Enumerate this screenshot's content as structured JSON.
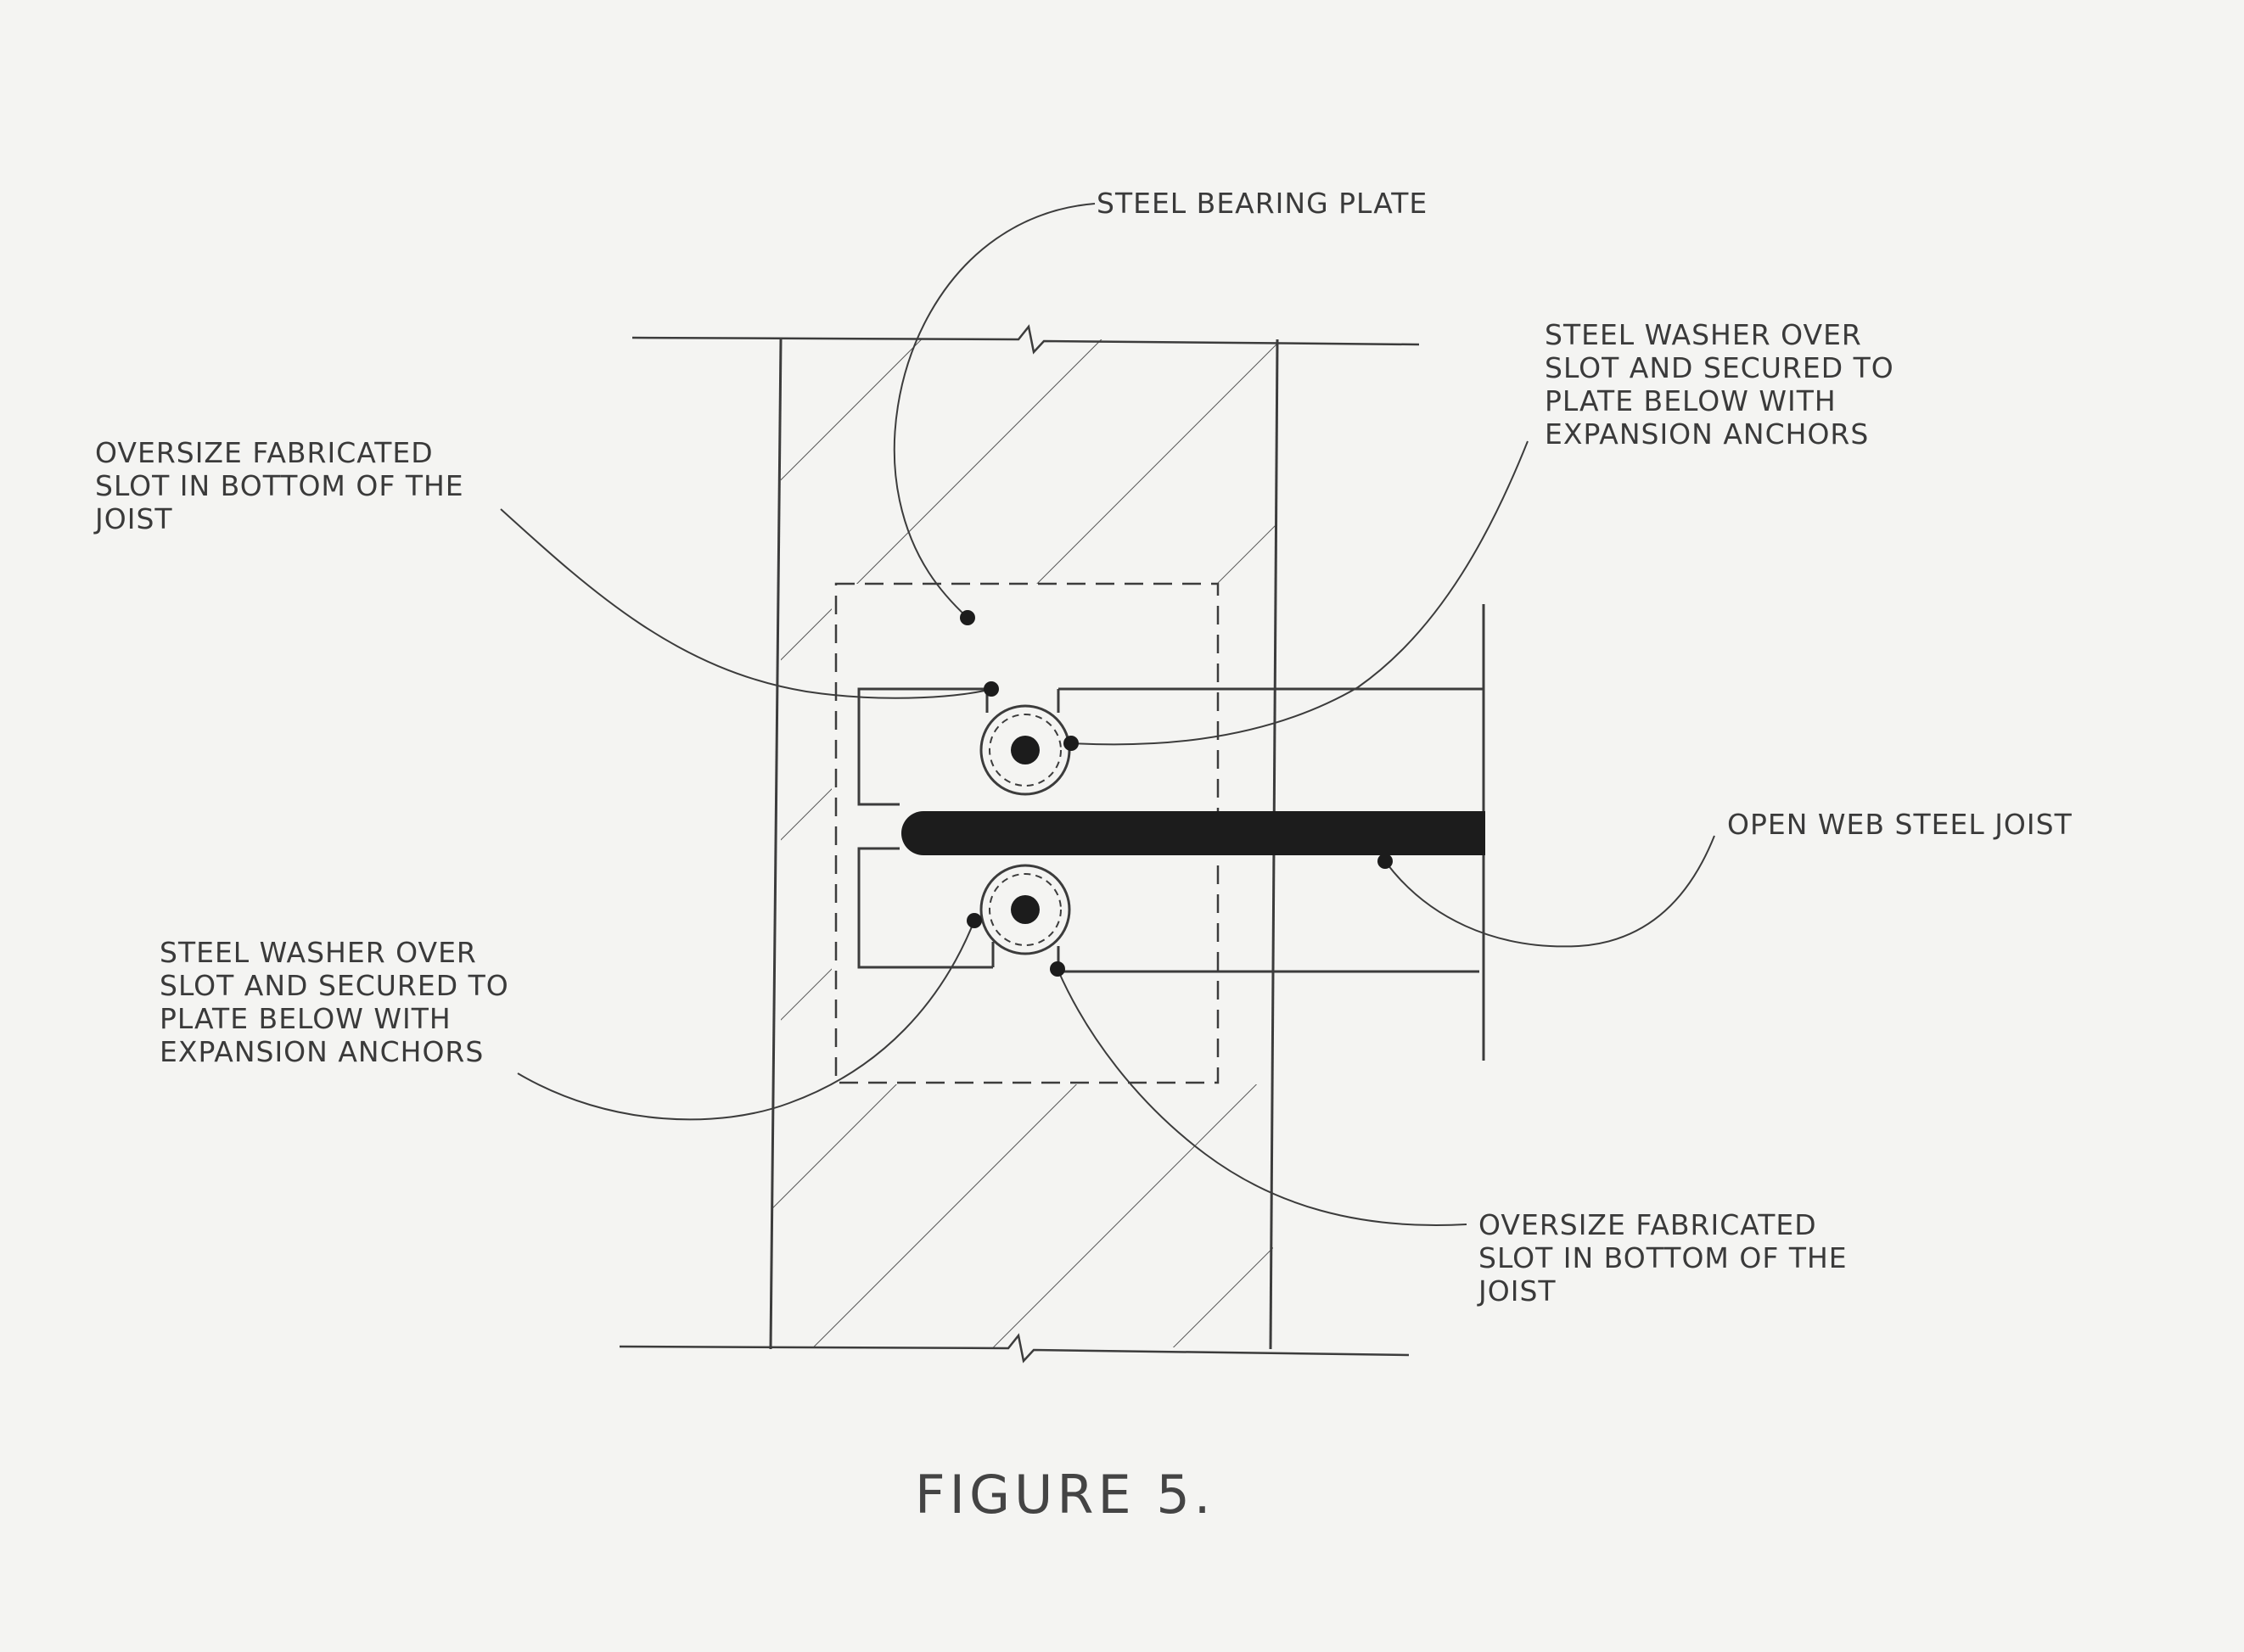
{
  "labels": {
    "bearing_plate": [
      "STEEL BEARING PLATE"
    ],
    "washer_top": [
      "STEEL WASHER OVER",
      "SLOT AND SECURED TO",
      "PLATE BELOW WITH",
      "EXPANSION ANCHORS"
    ],
    "slot_top": [
      "OVERSIZE FABRICATED",
      "SLOT IN BOTTOM OF THE",
      "JOIST"
    ],
    "joist": [
      "OPEN WEB STEEL JOIST"
    ],
    "washer_bottom": [
      "STEEL WASHER OVER",
      "SLOT AND SECURED TO",
      "PLATE BELOW WITH",
      "EXPANSION ANCHORS"
    ],
    "slot_bottom": [
      "OVERSIZE FABRICATED",
      "SLOT IN BOTTOM OF THE",
      "JOIST"
    ]
  },
  "caption": "FIGURE 5."
}
